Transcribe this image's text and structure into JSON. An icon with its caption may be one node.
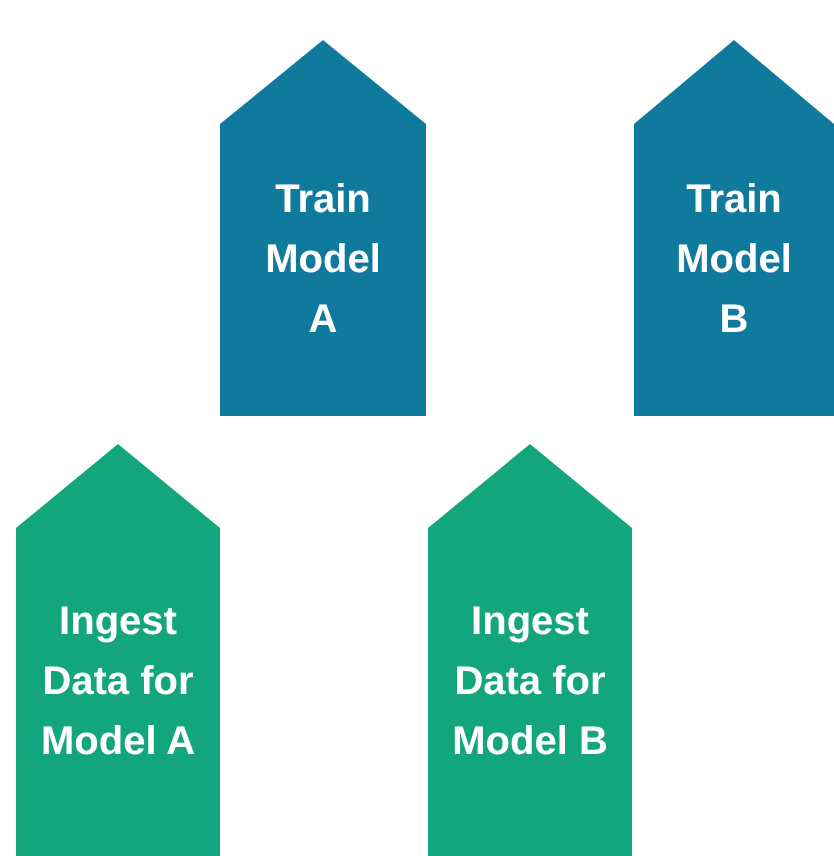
{
  "diagram": {
    "nodes": [
      {
        "text": [
          "Train Model A"
        ]
      },
      {
        "text": [
          "Train Model B"
        ]
      },
      {
        "text": [
          "Ingest Data for Model A"
        ]
      },
      {
        "text": [
          "Ingest Data for Model B"
        ]
      }
    ]
  }
}
